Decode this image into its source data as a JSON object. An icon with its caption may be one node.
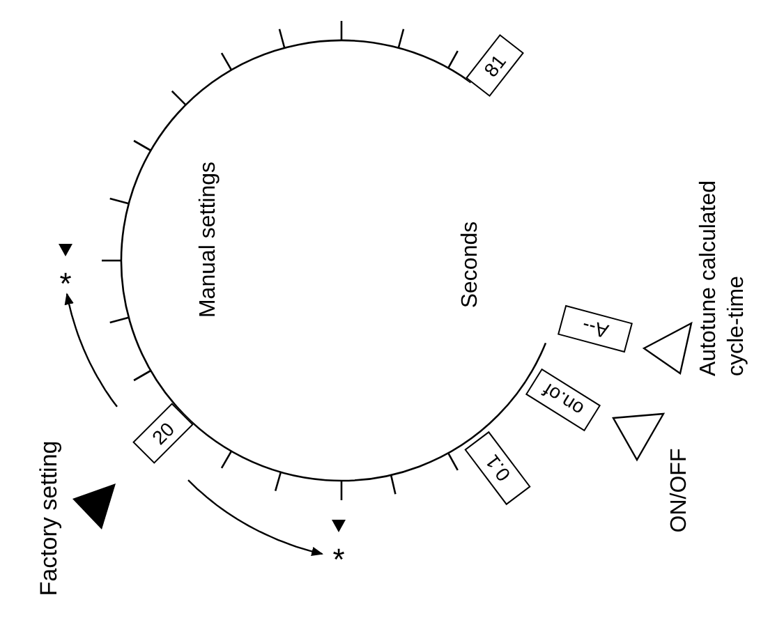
{
  "diagram": {
    "nodes": [
      {
        "text": [
          "20"
        ]
      },
      {
        "text": [
          "81"
        ]
      },
      {
        "text": [
          "0.1"
        ]
      },
      {
        "text": [
          "on.of"
        ]
      },
      {
        "text": [
          "A--"
        ]
      },
      {
        "text": [
          "*"
        ]
      },
      {
        "text": [
          "*"
        ]
      }
    ],
    "edges": [
      {
        "from": 0,
        "to": 5,
        "arrow": "to"
      },
      {
        "from": 0,
        "to": 6,
        "arrow": "to"
      }
    ],
    "labels": [
      "Manual settings",
      "Seconds",
      "Factory setting",
      "ON/OFF",
      "Autotune calculated cycle-time"
    ]
  }
}
